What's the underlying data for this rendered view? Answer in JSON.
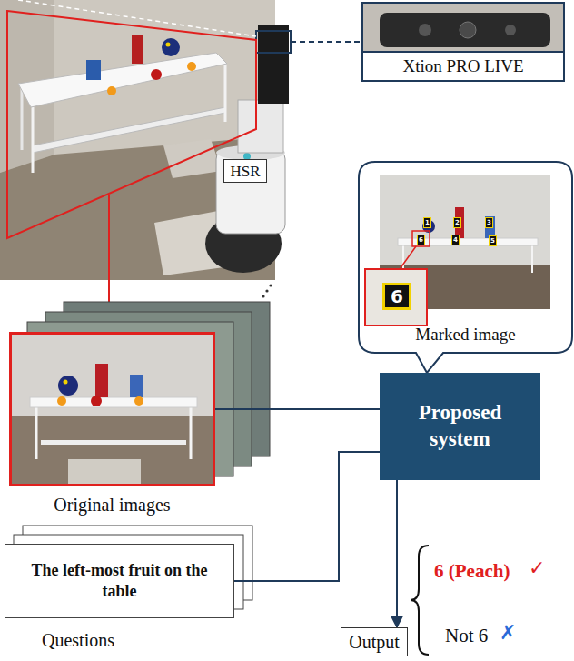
{
  "diagram": {
    "nodes": [
      {
        "text": [
          "Xtion PRO LIVE"
        ]
      },
      {
        "text": [
          "HSR"
        ]
      },
      {
        "text": [
          "Marked image"
        ]
      },
      {
        "text": [
          "Original images"
        ]
      },
      {
        "text": [
          "Proposed system"
        ]
      },
      {
        "text": [
          "The left-most fruit on the table",
          "Questions"
        ]
      },
      {
        "text": [
          "Output"
        ]
      }
    ],
    "edges": [
      {
        "from": 3,
        "to": 4,
        "arrow": "none"
      },
      {
        "from": 5,
        "to": 4,
        "arrow": "none"
      },
      {
        "from": 4,
        "to": 6,
        "arrow": "to"
      }
    ],
    "labels": [
      "1",
      "2",
      "3",
      "6",
      "4",
      "5",
      "6",
      "6 (Peach)",
      "✓",
      "Not 6",
      "✗"
    ]
  }
}
